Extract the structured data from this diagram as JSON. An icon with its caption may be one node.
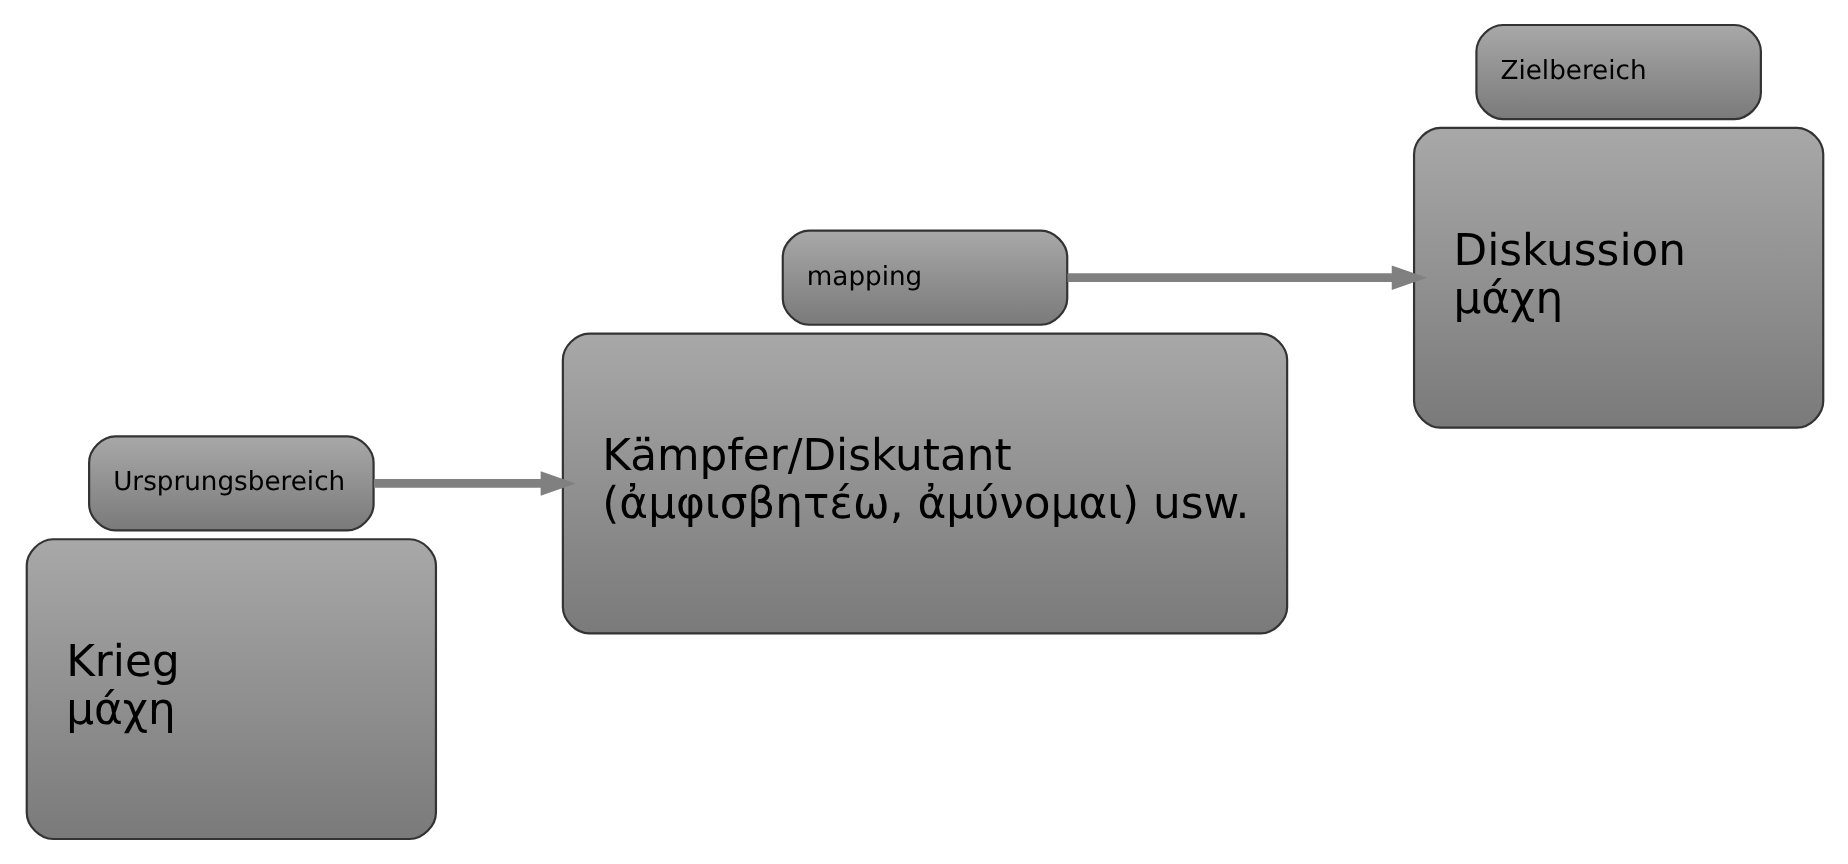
{
  "diagram": {
    "nodes": [
      {
        "text": [
          "Krieg",
          "μάχη"
        ]
      },
      {
        "text": [
          "Ursprungsbereich"
        ]
      },
      {
        "text": [
          "mapping"
        ]
      },
      {
        "text": [
          "Kämpfer/Diskutant",
          "(ἀμφισβητέω, ἀμύνομαι) usw."
        ]
      },
      {
        "text": [
          "Diskussion",
          "μάχη"
        ]
      },
      {
        "text": [
          "Zielbereich"
        ]
      }
    ],
    "edges": [
      {
        "from": 1,
        "to": 3,
        "arrow": "to"
      },
      {
        "from": 2,
        "to": 4,
        "arrow": "to"
      }
    ]
  }
}
